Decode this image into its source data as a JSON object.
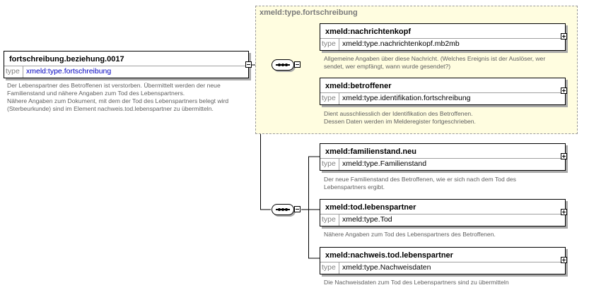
{
  "group": {
    "title": "xmeld:type.fortschreibung"
  },
  "root": {
    "name": "fortschreibung.beziehung.0017",
    "type_label": "type",
    "type_value": "xmeld:type.fortschreibung",
    "doc": [
      "Der Lebenspartner des Betroffenen ist verstorben. Übermittelt werden der neue",
      "Familienstand und nähere Angaben zum Tod des Lebenspartners.",
      "Nähere Angaben zum Dokument, mit dem der Tod des Lebenspartners belegt wird",
      "(Sterbeurkunde) sind im Element nachweis.tod.lebenspartner zu übermitteln."
    ]
  },
  "elements": [
    {
      "name": "xmeld:nachrichtenkopf",
      "type_label": "type",
      "type_value": "xmeld:type.nachrichtenkopf.mb2mb",
      "doc": [
        "Allgemeine Angaben über diese Nachricht. (Welches Ereignis ist der Auslöser, wer",
        "sendet, wer empfängt, wann wurde gesendet?)"
      ]
    },
    {
      "name": "xmeld:betroffener",
      "type_label": "type",
      "type_value": "xmeld:type.identifikation.fortschreibung",
      "doc": [
        "Dient ausschliesslich der Identifikation des Betroffenen.",
        "Dessen Daten werden im Melderegister fortgeschrieben."
      ]
    },
    {
      "name": "xmeld:familienstand.neu",
      "type_label": "type",
      "type_value": "xmeld:type.Familienstand",
      "doc": [
        "Der neue Familienstand des Betroffenen, wie er sich nach dem Tod des",
        "Lebenspartners ergibt."
      ]
    },
    {
      "name": "xmeld:tod.lebenspartner",
      "type_label": "type",
      "type_value": "xmeld:type.Tod",
      "doc": [
        "Nähere Angaben zum Tod des Lebenspartners des Betroffenen."
      ]
    },
    {
      "name": "xmeld:nachweis.tod.lebenspartner",
      "type_label": "type",
      "type_value": "xmeld:type.Nachweisdaten",
      "doc": [
        "Die Nachweisdaten zum Tod des Lebenspartners sind zu übermitteln"
      ]
    }
  ]
}
